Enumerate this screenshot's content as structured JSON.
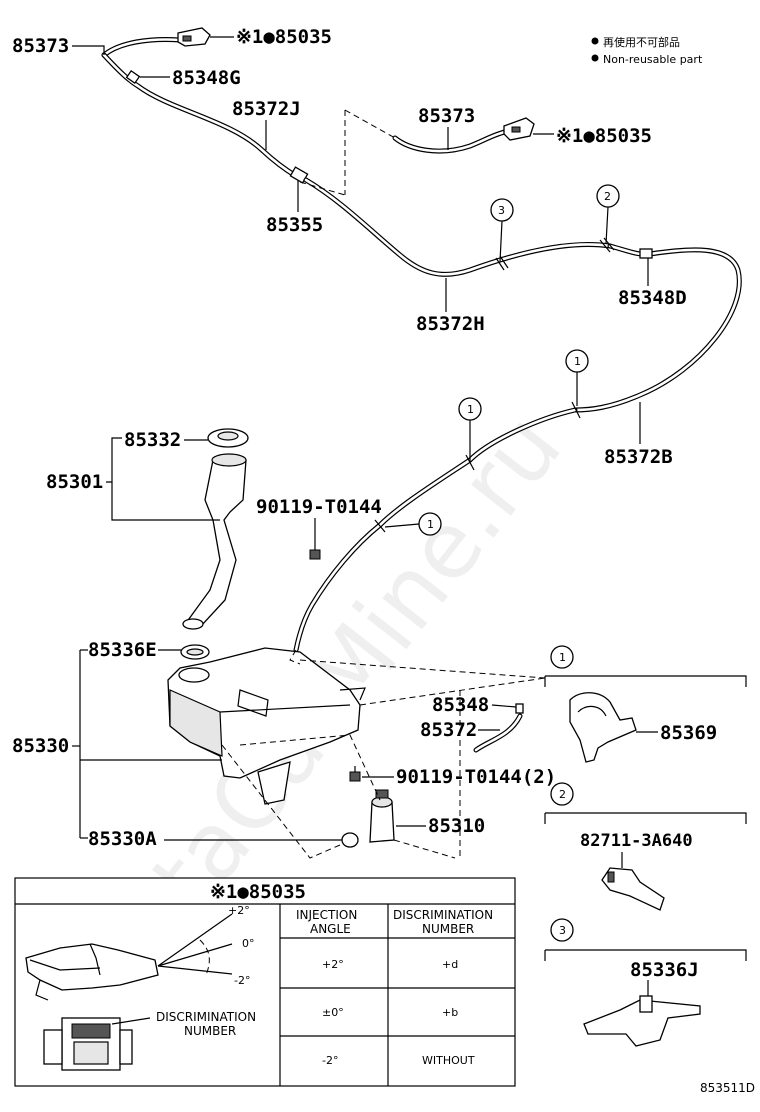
{
  "watermark": "ToyotaCarMine.ru",
  "legend": {
    "item1_text": "再使用不可部品",
    "item2_text": "Non-reusable part"
  },
  "part_labels": {
    "p85373_top": "85373",
    "p85035_top": "※1●85035",
    "p85348G": "85348G",
    "p85372J": "85372J",
    "p85373_mid": "85373",
    "p85035_mid": "※1●85035",
    "p85355": "85355",
    "p85348D": "85348D",
    "p85372H": "85372H",
    "p85372B": "85372B",
    "p85332": "85332",
    "p85301": "85301",
    "p90119_T0144": "90119-T0144",
    "p85336E": "85336E",
    "p85348": "85348",
    "p85372": "85372",
    "p85330": "85330",
    "p90119_T0144_2": "90119-T0144(2)",
    "p85310": "85310",
    "p85330A": "85330A",
    "p85369": "85369",
    "p82711_3A640": "82711-3A640",
    "p85336J": "85336J",
    "diagram_code": "853511D"
  },
  "callouts": {
    "c3_top": "3",
    "c2_top": "2",
    "c1_upper": "1",
    "c1_mid": "1",
    "c1_low": "1",
    "detail1": "1",
    "detail2": "2",
    "detail3": "3"
  },
  "detail_table": {
    "title": "※1●85035",
    "angle_top": "+2°",
    "angle_mid": "0°",
    "angle_bottom": "-2°",
    "discrimination_callout_1": "DISCRIMINATION",
    "discrimination_callout_2": "NUMBER",
    "header_col1_1": "INJECTION",
    "header_col1_2": "ANGLE",
    "header_col2_1": "DISCRIMINATION",
    "header_col2_2": "NUMBER",
    "rows": [
      {
        "angle": "+2°",
        "number": "+d"
      },
      {
        "angle": "±0°",
        "number": "+b"
      },
      {
        "angle": "-2°",
        "number": "WITHOUT"
      }
    ]
  }
}
